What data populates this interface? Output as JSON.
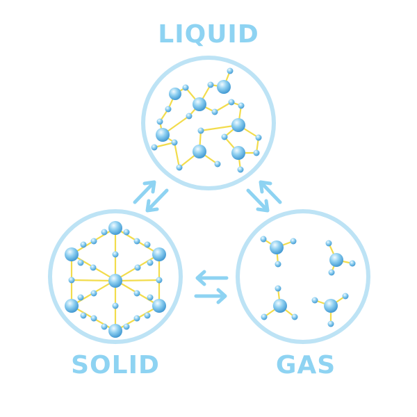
{
  "labels": {
    "liquid": "LIQUID",
    "solid": "SOLID",
    "gas": "GAS"
  },
  "colors": {
    "label": "#8ed3f2",
    "ring": "#bde3f5",
    "arrow": "#8ed3f2",
    "bond": "#f2dc4c",
    "atom_light": "#f2fbff",
    "atom_mid": "#8fd0f1",
    "atom_dark": "#3f97d1"
  }
}
